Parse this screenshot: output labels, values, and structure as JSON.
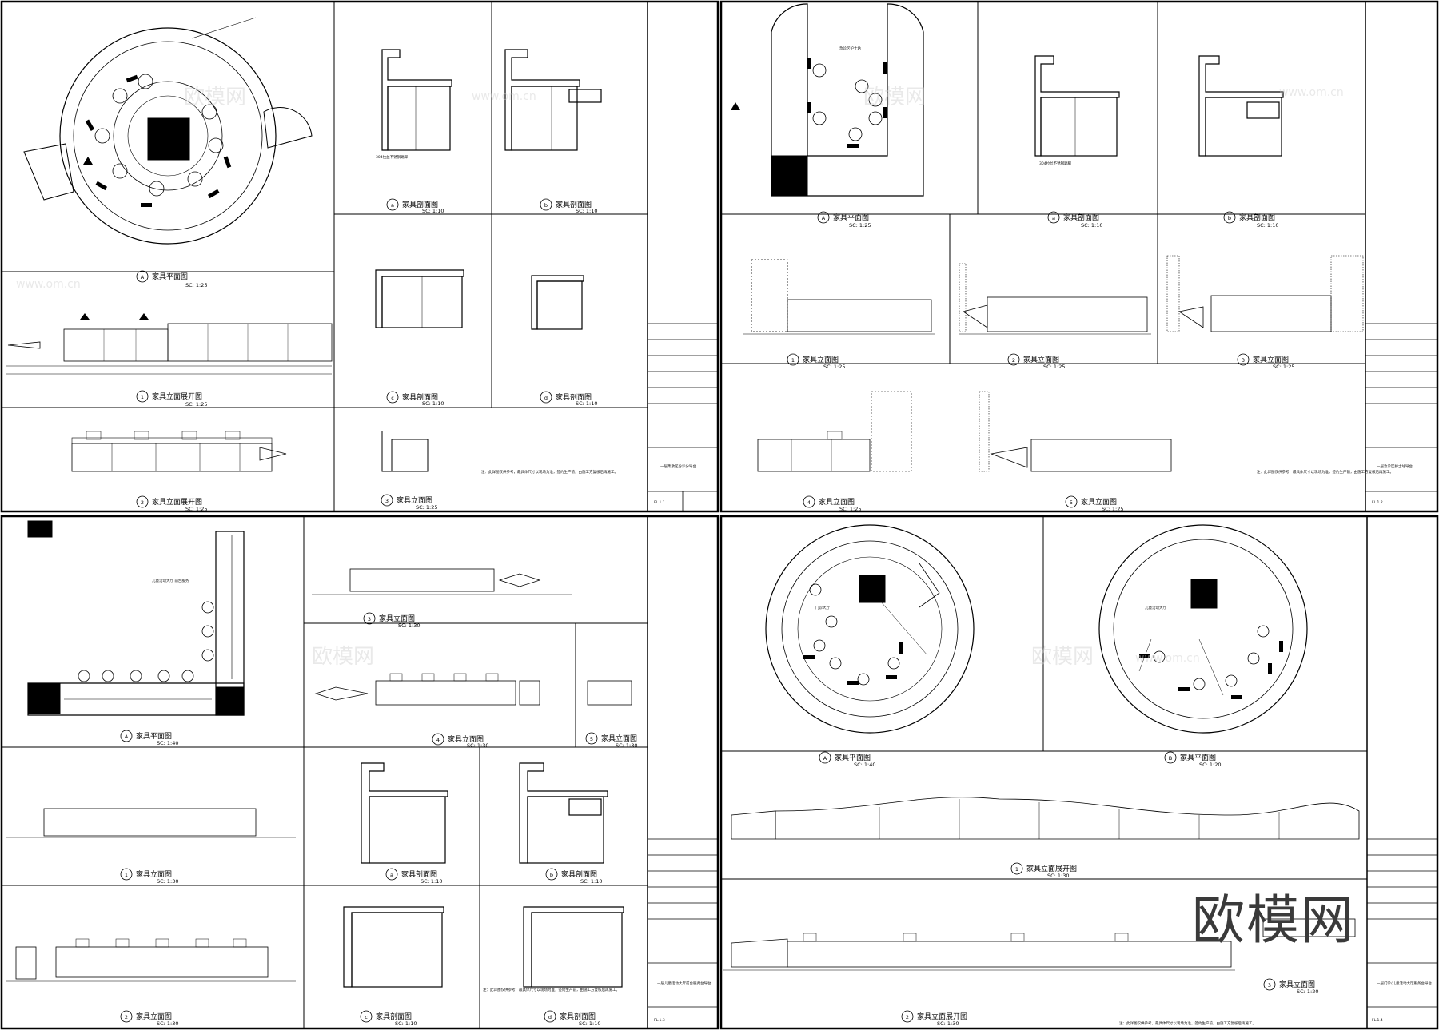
{
  "brand": "欧模网",
  "watermark_text": "欧模网",
  "watermark_url": "www.om.cn",
  "stainless_note": "304拉丝不锈钢踢脚",
  "sheets": [
    {
      "id": "sheet-1",
      "code": "FL.1.1",
      "title": "一层集散区分诊分导台",
      "note": "注：此详图仅供参考，最具体尺寸以现场为准，签约生产前，由施工方复核后再施工。",
      "views": [
        {
          "circle": "A",
          "title": "家具平面图",
          "scale": "SC: 1:25"
        },
        {
          "circle": "1",
          "title": "家具立面展开图",
          "scale": "SC: 1:25"
        },
        {
          "circle": "2",
          "title": "家具立面展开图",
          "scale": "SC: 1:25"
        },
        {
          "circle": "a",
          "title": "家具剖面图",
          "scale": "SC: 1:10"
        },
        {
          "circle": "b",
          "title": "家具剖面图",
          "scale": "SC: 1:10"
        },
        {
          "circle": "c",
          "title": "家具剖面图",
          "scale": "SC: 1:10"
        },
        {
          "circle": "d",
          "title": "家具剖面图",
          "scale": "SC: 1:10"
        },
        {
          "circle": "3",
          "title": "家具立面图",
          "scale": "SC: 1:25"
        }
      ]
    },
    {
      "id": "sheet-2",
      "code": "FL.1.2",
      "title": "一层急诊区护士站导台",
      "note": "注：此详图仅供参考，最具体尺寸以现场为准，签约生产前，由施工方复核后再施工。",
      "views": [
        {
          "circle": "A",
          "title": "家具平面图",
          "scale": "SC: 1:25"
        },
        {
          "circle": "a",
          "title": "家具剖面图",
          "scale": "SC: 1:10"
        },
        {
          "circle": "b",
          "title": "家具剖面图",
          "scale": "SC: 1:10"
        },
        {
          "circle": "1",
          "title": "家具立面图",
          "scale": "SC: 1:25"
        },
        {
          "circle": "2",
          "title": "家具立面图",
          "scale": "SC: 1:25"
        },
        {
          "circle": "3",
          "title": "家具立面图",
          "scale": "SC: 1:25"
        },
        {
          "circle": "4",
          "title": "家具立面图",
          "scale": "SC: 1:25"
        },
        {
          "circle": "5",
          "title": "家具立面图",
          "scale": "SC: 1:25"
        }
      ]
    },
    {
      "id": "sheet-3",
      "code": "FL.1.3",
      "title": "一层儿童活动大厅前台服务台导台",
      "note": "注：此详图仅供参考，最具体尺寸以现场为准，签约生产前，由施工方复核后再施工。",
      "views": [
        {
          "circle": "A",
          "title": "家具平面图",
          "scale": "SC: 1:40"
        },
        {
          "circle": "3",
          "title": "家具立面图",
          "scale": "SC: 1:30"
        },
        {
          "circle": "4",
          "title": "家具立面图",
          "scale": "SC: 1:30"
        },
        {
          "circle": "5",
          "title": "家具立面图",
          "scale": "SC: 1:30"
        },
        {
          "circle": "1",
          "title": "家具立面图",
          "scale": "SC: 1:30"
        },
        {
          "circle": "a",
          "title": "家具剖面图",
          "scale": "SC: 1:10"
        },
        {
          "circle": "b",
          "title": "家具剖面图",
          "scale": "SC: 1:10"
        },
        {
          "circle": "2",
          "title": "家具立面图",
          "scale": "SC: 1:30"
        },
        {
          "circle": "c",
          "title": "家具剖面图",
          "scale": "SC: 1:10"
        },
        {
          "circle": "d",
          "title": "家具剖面图",
          "scale": "SC: 1:10"
        }
      ]
    },
    {
      "id": "sheet-4",
      "code": "FL.1.4",
      "title": "一层门诊/儿童活动大厅服务台导台",
      "note": "注：此详图仅供参考，最具体尺寸以现场为准，签约生产前，由施工方复核后再施工。",
      "views": [
        {
          "circle": "A",
          "title": "家具平面图",
          "scale": "SC: 1:40"
        },
        {
          "circle": "B",
          "title": "家具平面图",
          "scale": "SC: 1:20"
        },
        {
          "circle": "1",
          "title": "家具立面展开图",
          "scale": "SC: 1:30"
        },
        {
          "circle": "2",
          "title": "家具立面展开图",
          "scale": "SC: 1:30"
        },
        {
          "circle": "3",
          "title": "家具立面图",
          "scale": "SC: 1:20"
        }
      ]
    }
  ],
  "room_labels": {
    "sheet2_plan": "急诊区护士站",
    "sheet3_plan": "儿童活动大厅\n前台服务",
    "sheet4_plan_a": "门诊大厅",
    "sheet4_plan_b": "儿童活动大厅"
  }
}
